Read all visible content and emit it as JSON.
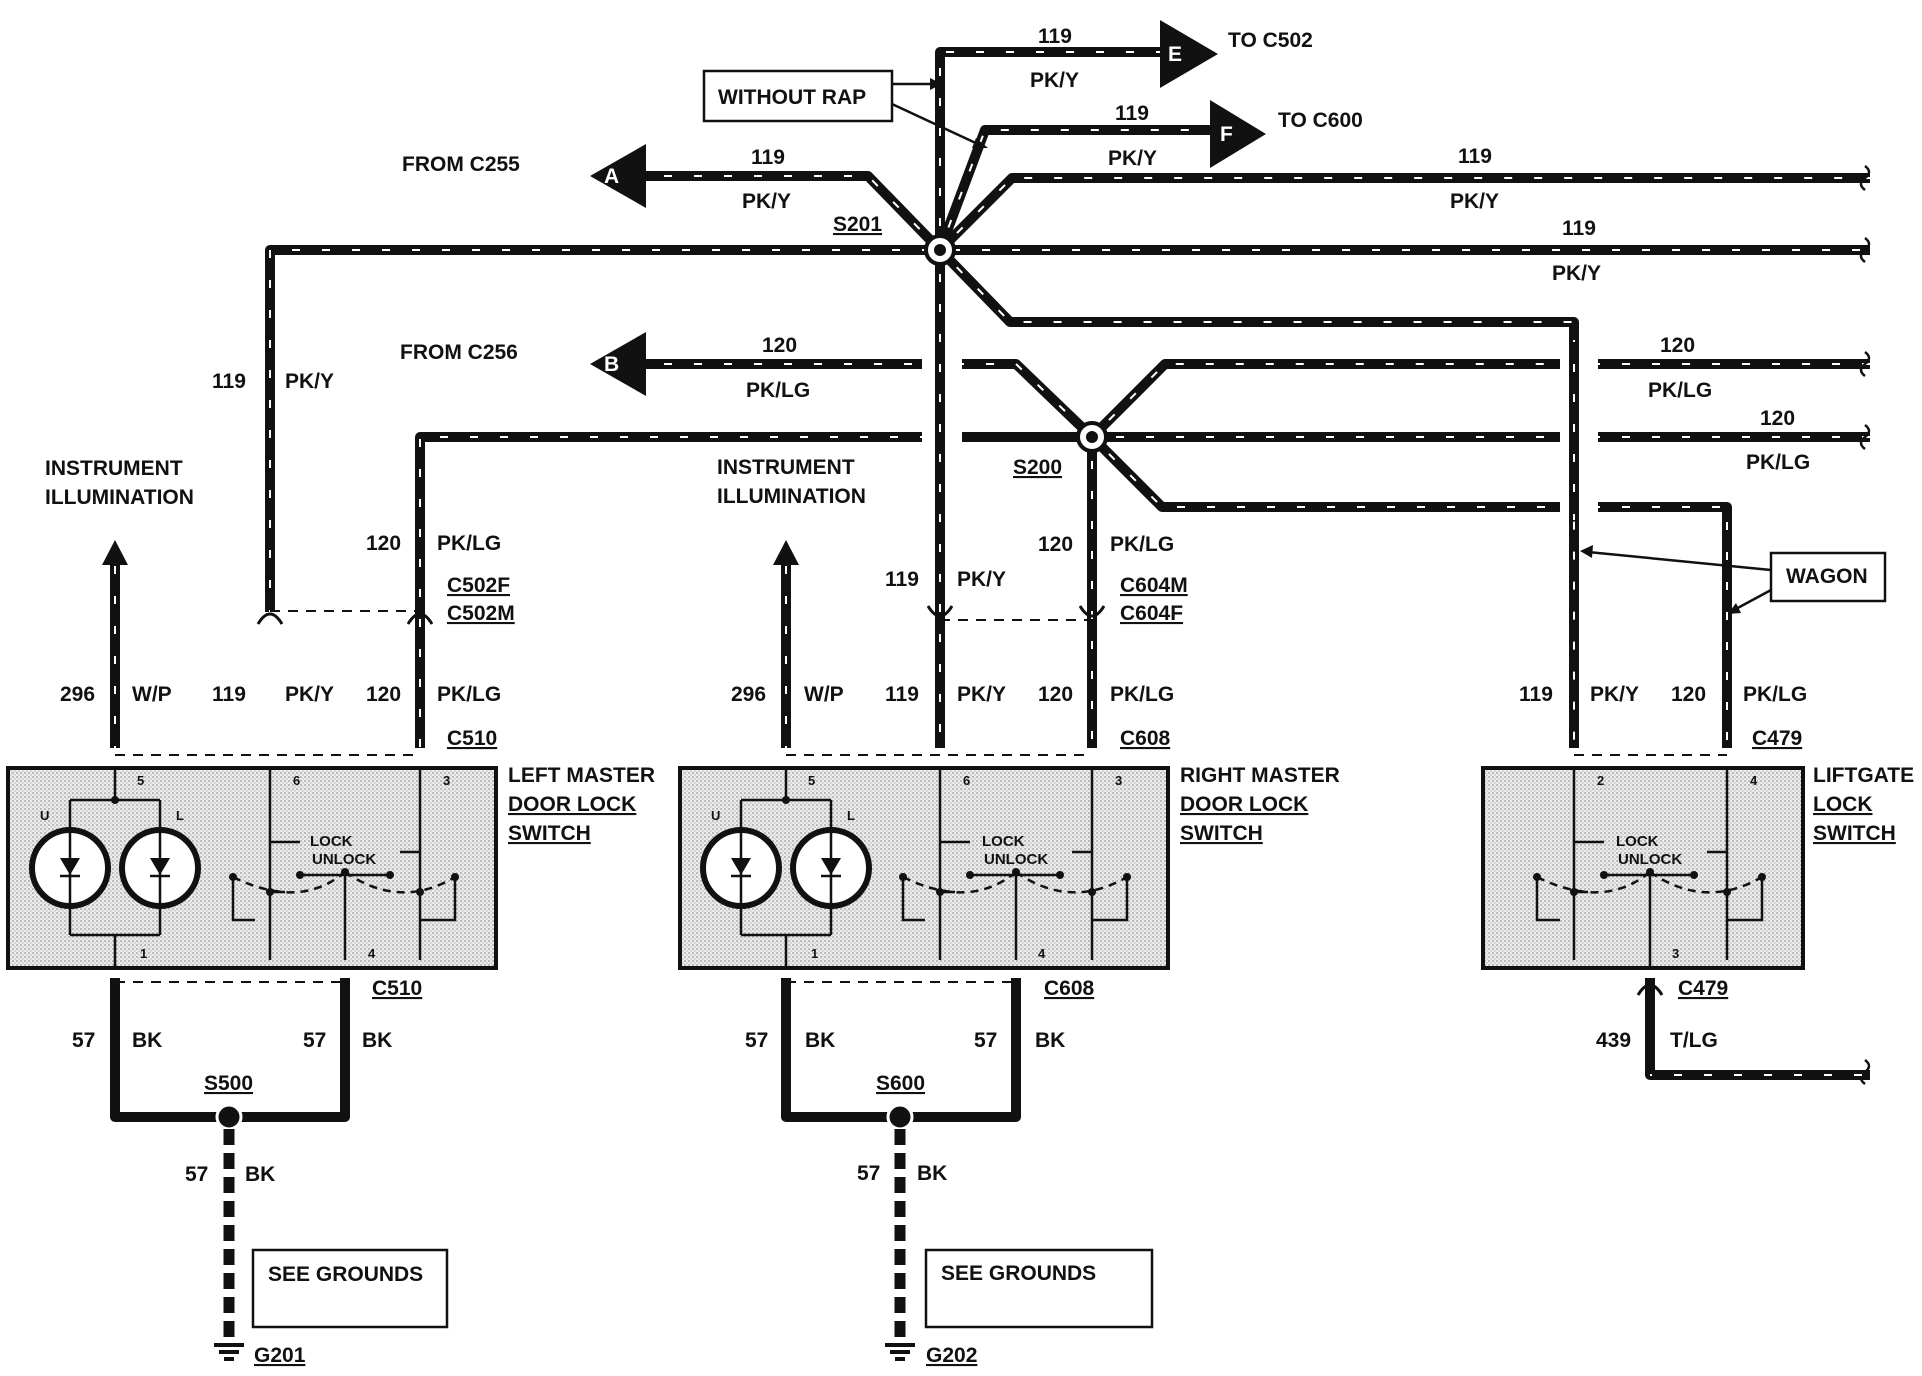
{
  "labels": {
    "from_c255": "FROM C255",
    "from_c256": "FROM C256",
    "to_c502": "TO C502",
    "to_c600": "TO C600",
    "without_rap": "WITHOUT RAP",
    "wagon": "WAGON",
    "instrument_illumination": [
      "INSTRUMENT",
      "ILLUMINATION"
    ],
    "see_grounds": "SEE GROUNDS",
    "lock": "LOCK",
    "unlock": "UNLOCK",
    "switch_u": "U",
    "switch_l": "L"
  },
  "connector_markers": {
    "A": "A",
    "B": "B",
    "E": "E",
    "F": "F"
  },
  "splices": {
    "s201": "S201",
    "s200": "S200",
    "s500": "S500",
    "s600": "S600"
  },
  "grounds": {
    "g201": "G201",
    "g202": "G202"
  },
  "connectors": {
    "c502f": "C502F",
    "c502m": "C502M",
    "c604m": "C604M",
    "c604f": "C604F",
    "c510": "C510",
    "c608": "C608",
    "c479": "C479"
  },
  "components": {
    "left_switch": [
      "LEFT MASTER",
      "DOOR LOCK",
      "SWITCH"
    ],
    "right_switch": [
      "RIGHT MASTER",
      "DOOR LOCK",
      "SWITCH"
    ],
    "liftgate_switch": [
      "LIFTGATE",
      "LOCK",
      "SWITCH"
    ]
  },
  "circuits": {
    "c119": {
      "num": "119",
      "color": "PK/Y"
    },
    "c120": {
      "num": "120",
      "color": "PK/LG"
    },
    "c296": {
      "num": "296",
      "color": "W/P"
    },
    "c57": {
      "num": "57",
      "color": "BK"
    },
    "c439": {
      "num": "439",
      "color": "T/LG"
    }
  },
  "pins": {
    "left": [
      "5",
      "6",
      "3",
      "1",
      "4"
    ],
    "right": [
      "5",
      "6",
      "3",
      "1",
      "4"
    ],
    "liftgate": [
      "2",
      "4",
      "3"
    ]
  },
  "colors": {
    "line": "#111111",
    "background": "#ffffff",
    "stipple": "#bdbdbd"
  }
}
